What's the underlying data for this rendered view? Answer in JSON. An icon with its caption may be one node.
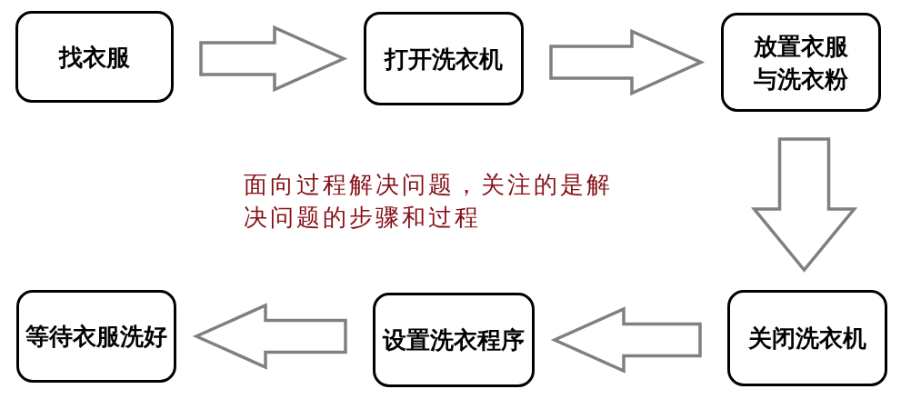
{
  "diagram": {
    "nodes": [
      {
        "text": [
          "找衣服"
        ]
      },
      {
        "text": [
          "打开洗衣机"
        ]
      },
      {
        "text": [
          "放置衣服与洗衣粉"
        ]
      },
      {
        "text": [
          "关闭洗衣机"
        ]
      },
      {
        "text": [
          "设置洗衣程序"
        ]
      },
      {
        "text": [
          "等待衣服洗好"
        ]
      }
    ],
    "edges": [
      {
        "from": 0,
        "to": 1,
        "arrow": "to"
      },
      {
        "from": 1,
        "to": 2,
        "arrow": "to"
      },
      {
        "from": 2,
        "to": 3,
        "arrow": "to"
      },
      {
        "from": 3,
        "to": 4,
        "arrow": "to"
      },
      {
        "from": 4,
        "to": 5,
        "arrow": "to"
      }
    ],
    "labels": [
      "面向过程解决问题，关注的是解决问题的步骤和过程"
    ]
  }
}
